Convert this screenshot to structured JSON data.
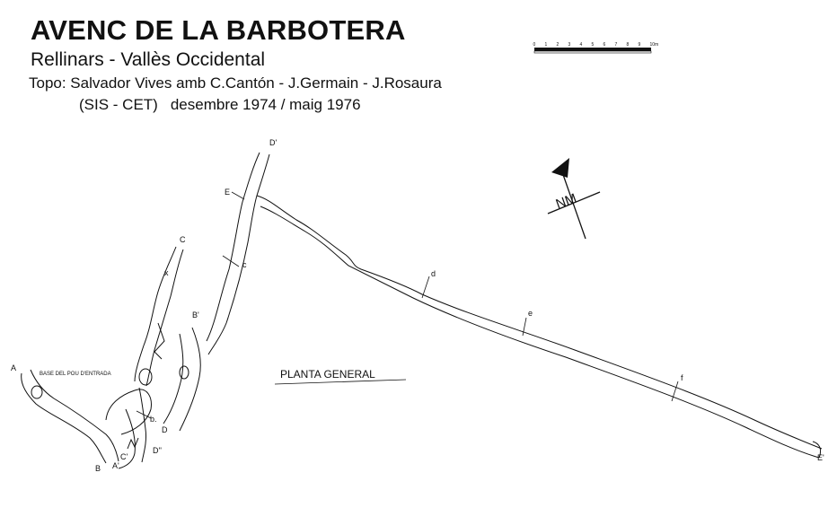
{
  "header": {
    "title": "AVENC DE LA BARBOTERA",
    "location": "Rellinars - Vallès Occidental",
    "credits": "Topo: Salvador Vives amb C.Cantón - J.Germain - J.Rosaura",
    "group": "(SIS - CET)",
    "dates": "desembre 1974 / maig 1976"
  },
  "map": {
    "plan_label": "PLANTA GENERAL",
    "entrance_note": "BASE DEL POU D'ENTRADA",
    "north_label": "NM",
    "scale_ticks": [
      "0",
      "1",
      "2",
      "3",
      "4",
      "5",
      "6",
      "7",
      "8",
      "9",
      "10m"
    ],
    "section_labels": {
      "A": "A",
      "A_prime": "A'",
      "B": "B",
      "B_prime": "B'",
      "B_dprime": "B'",
      "C": "C",
      "C_prime": "C'",
      "D": "D",
      "D_prime": "D'",
      "D_dprime": "D''",
      "E": "E",
      "E_prime": "E'",
      "b": "b.",
      "c": "c",
      "d": "d",
      "e": "e",
      "f": "f",
      "x": "x"
    }
  }
}
